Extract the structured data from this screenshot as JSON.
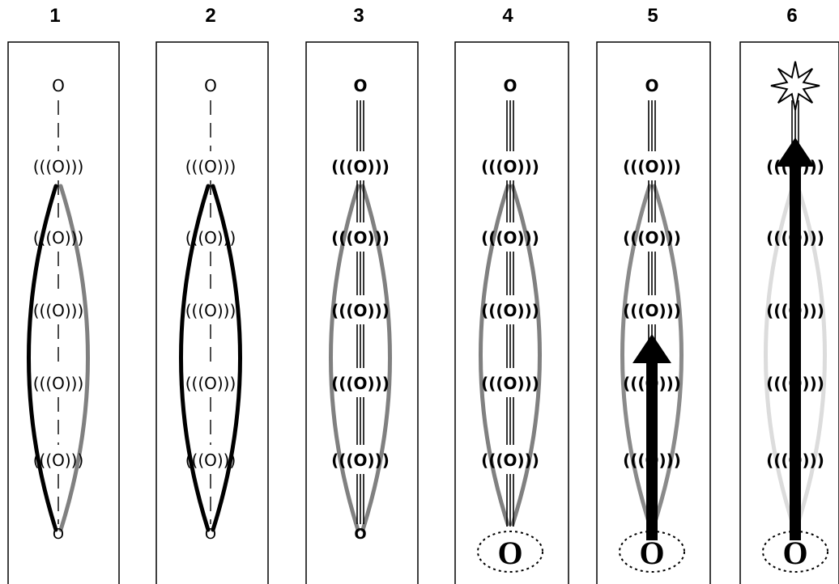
{
  "panels": [
    {
      "label": "1",
      "ellipse_left": "#000000",
      "ellipse_right": "#808080",
      "weight_left": "heavy",
      "weight_right": "heavy",
      "chakra_weight": "light",
      "channel": "dashed",
      "base": "small",
      "arrow": "none",
      "crown": "circle"
    },
    {
      "label": "2",
      "ellipse_left": "#000000",
      "ellipse_right": "#000000",
      "weight_left": "heavy",
      "weight_right": "heavy",
      "chakra_weight": "light",
      "channel": "dashed",
      "base": "small",
      "arrow": "none",
      "crown": "circle"
    },
    {
      "label": "3",
      "ellipse_left": "#808080",
      "ellipse_right": "#808080",
      "weight_left": "heavy",
      "weight_right": "heavy",
      "chakra_weight": "bold",
      "channel": "triple",
      "base": "small",
      "arrow": "none",
      "crown": "circle"
    },
    {
      "label": "4",
      "ellipse_left": "#808080",
      "ellipse_right": "#808080",
      "weight_left": "heavy",
      "weight_right": "heavy",
      "chakra_weight": "bold",
      "channel": "triple",
      "base": "large",
      "arrow": "none",
      "crown": "circle"
    },
    {
      "label": "5",
      "ellipse_left": "#8a8a8a",
      "ellipse_right": "#8a8a8a",
      "weight_left": "heavy",
      "weight_right": "heavy",
      "chakra_weight": "bold",
      "channel": "triple",
      "base": "large",
      "arrow": "partial",
      "crown": "circle"
    },
    {
      "label": "6",
      "ellipse_left": "#dcdcdc",
      "ellipse_right": "#dcdcdc",
      "weight_left": "heavy",
      "weight_right": "heavy",
      "chakra_weight": "bold",
      "channel": "triple",
      "base": "large",
      "arrow": "full",
      "crown": "star"
    }
  ],
  "chakra_glyph": "(((O)))",
  "crown_glyph": "O",
  "base_glyph": "O"
}
